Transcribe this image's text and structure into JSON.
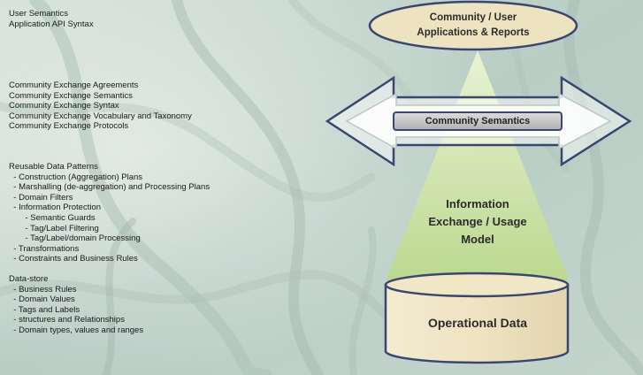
{
  "left_text": {
    "block1": [
      "User Semantics",
      "Application API Syntax"
    ],
    "block2": [
      "Community Exchange Agreements",
      "Community Exchange Semantics",
      "Community Exchange Syntax",
      "Community Exchange Vocabulary and Taxonomy",
      "Community Exchange Protocols"
    ],
    "block3": [
      "Reusable Data Patterns",
      "  - Construction (Aggregation) Plans",
      "  - Marshalling (de-aggregation) and Processing Plans",
      "  - Domain Filters",
      "  - Information Protection",
      "       - Semantic Guards",
      "       - Tag/Label Filtering",
      "       - Tag/Label/domain Processing",
      "  - Transformations",
      "  - Constraints and Business Rules"
    ],
    "block4": [
      "Data-store",
      "  - Business Rules",
      "  - Domain Values",
      "  - Tags and Labels",
      "  - structures and Relationships",
      "  - Domain types, values and ranges"
    ]
  },
  "diagram": {
    "top_ellipse": {
      "line1": "Community / User",
      "line2": "Applications  & Reports"
    },
    "semantics_bar": {
      "label": "Community Semantics"
    },
    "triangle": {
      "line1": "Information",
      "line2": "Exchange / Usage",
      "line3": "Model"
    },
    "cylinder": {
      "label": "Operational Data"
    },
    "colors": {
      "ellipse_fill": "#eee3c0",
      "ellipse_stroke": "#3a4670",
      "triangle_fill": "#cfe3a8",
      "arrow_fill": "#ffffff",
      "arrow_stroke": "#3a4670",
      "bar_fill": "#c4c4c4",
      "bar_stroke": "#3a4670",
      "cylinder_fill": "#eee3c0",
      "cylinder_stroke": "#3a4670"
    }
  }
}
